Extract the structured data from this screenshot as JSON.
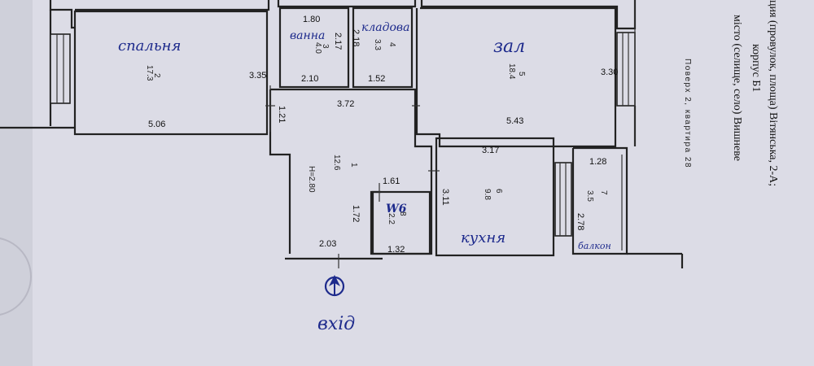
{
  "rooms": {
    "bedroom": {
      "handwritten": "спальня",
      "number": "2",
      "area": "17.3",
      "width": "5.06",
      "height": "3.35"
    },
    "bathroom": {
      "handwritten": "ванна",
      "number": "3",
      "area": "4.0",
      "width": "1.80",
      "width2": "2.10",
      "height": "2.17"
    },
    "pantry": {
      "handwritten": "кладова",
      "number": "4",
      "area": "3.3",
      "height": "2.18",
      "width": "1.52"
    },
    "hall": {
      "handwritten": "зал",
      "number": "5",
      "area": "18.4",
      "width": "5.43",
      "height": "3.30"
    },
    "corridor": {
      "number": "1",
      "area": "12.6",
      "width": "3.72",
      "door_width": "1.21",
      "ceiling": "H=2.80",
      "height": "1.72",
      "bottom_width": "2.03"
    },
    "wc": {
      "handwritten": "W6",
      "number": "8",
      "area": "2.2",
      "width": "1.61",
      "bottom_width": "1.32"
    },
    "kitchen": {
      "handwritten": "кухня",
      "number": "6",
      "area": "9.8",
      "width": "3.17",
      "height": "3.11"
    },
    "balcony": {
      "handwritten": "балкон",
      "number": "7",
      "area": "3.5",
      "width": "1.28",
      "height": "2.78"
    }
  },
  "entrance": {
    "handwritten": "вхід"
  },
  "floor_note": "Поверх 2, квартира 28",
  "address": {
    "line1": "ция (провулок, площа) Вітянська, 2-А;",
    "line2": "корпус Б1",
    "line3": "місто (селище, село) Вишневе"
  }
}
